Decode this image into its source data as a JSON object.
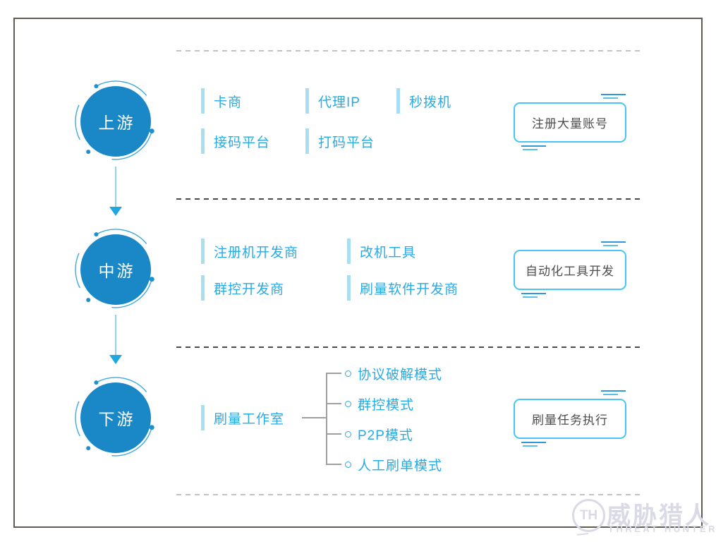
{
  "diagram_type": "three-tier industry chain flow diagram",
  "tiers": [
    {
      "label": "上游",
      "items": [
        "卡商",
        "代理IP",
        "秒拨机",
        "接码平台",
        "打码平台"
      ],
      "box": "注册大量账号"
    },
    {
      "label": "中游",
      "items": [
        "注册机开发商",
        "改机工具",
        "群控开发商",
        "刷量软件开发商"
      ],
      "box": "自动化工具开发"
    },
    {
      "label": "下游",
      "root": "刷量工作室",
      "branches": [
        "协议破解模式",
        "群控模式",
        "P2P模式",
        "人工刷单模式"
      ],
      "box": "刷量任务执行"
    }
  ],
  "watermark": {
    "monogram": "TH",
    "name_cn": "威胁猎人",
    "name_en": "THREAT HUNTER"
  },
  "colors": {
    "circle_blue": "#1a88c7",
    "accent_cyan": "#29abe2",
    "item_bar_light": "#a9ddf2",
    "box_border": "#45c6f4",
    "box_text": "#4d4d4d",
    "connector_gray": "#9f9f9f",
    "separator_dark": "#4a4a4a",
    "separator_light": "#c2c2c2",
    "frame_border": "#625b55",
    "watermark": "#dadae6"
  }
}
